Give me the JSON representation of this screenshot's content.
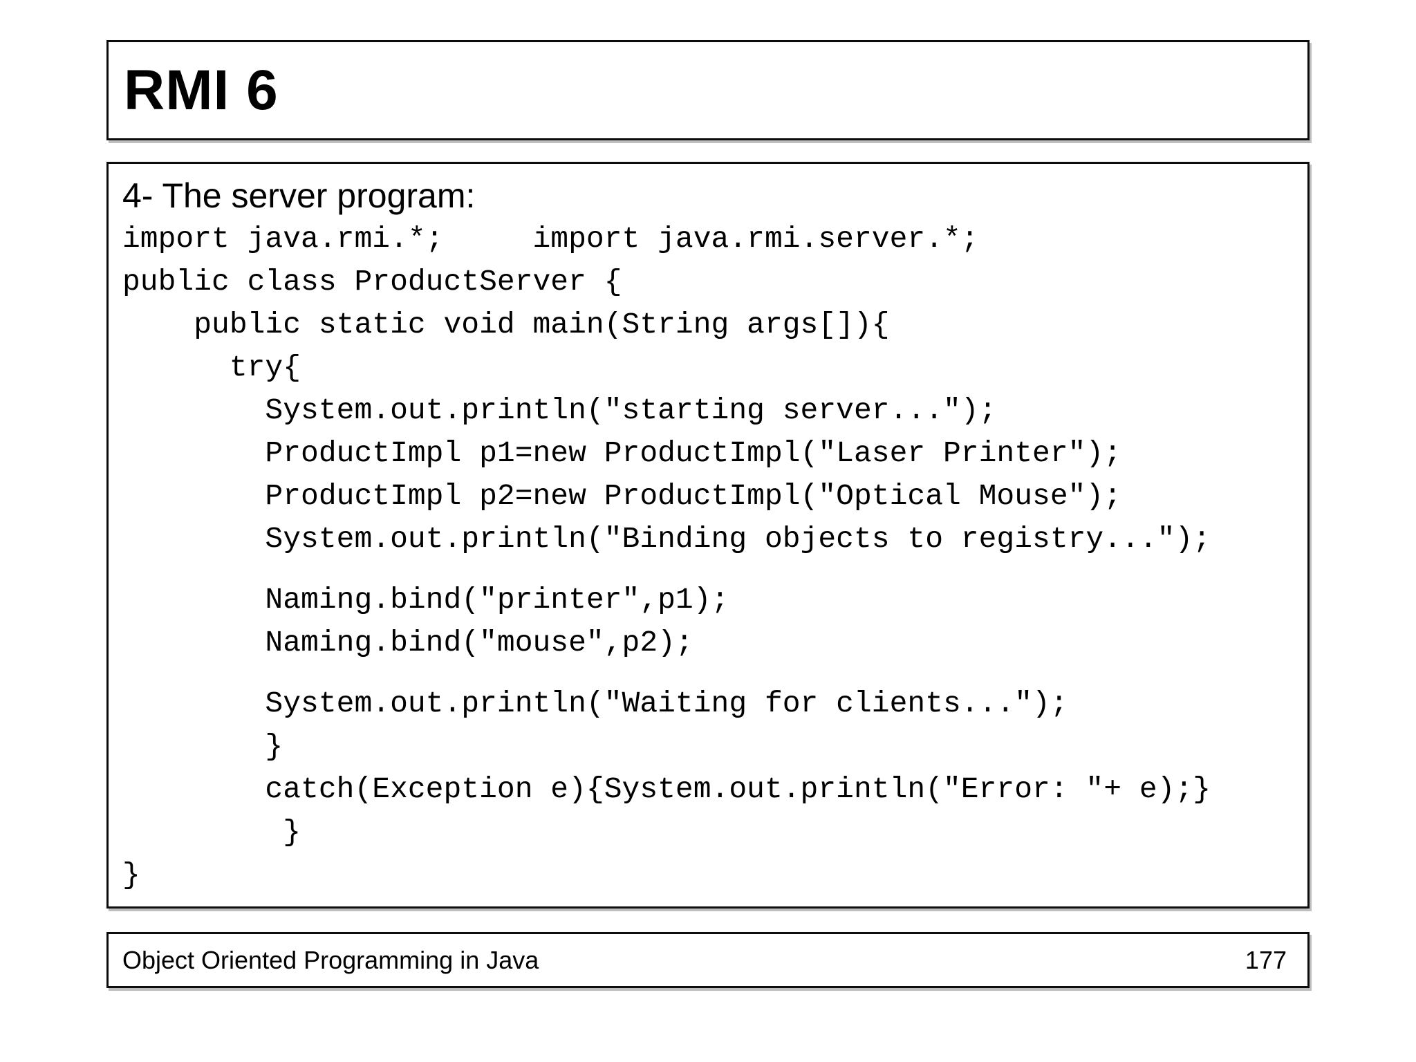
{
  "slide": {
    "title": "RMI 6",
    "content": {
      "heading": "4- The server program:",
      "code_lines": [
        {
          "text": "import java.rmi.*;     import java.rmi.server.*;",
          "gap": false
        },
        {
          "text": "public class ProductServer {",
          "gap": false
        },
        {
          "text": "    public static void main(String args[]){",
          "gap": false
        },
        {
          "text": "      try{",
          "gap": false
        },
        {
          "text": "        System.out.println(\"starting server...\");",
          "gap": false
        },
        {
          "text": "        ProductImpl p1=new ProductImpl(\"Laser Printer\");",
          "gap": false
        },
        {
          "text": "        ProductImpl p2=new ProductImpl(\"Optical Mouse\");",
          "gap": false
        },
        {
          "text": "        System.out.println(\"Binding objects to registry...\");",
          "gap": false
        },
        {
          "text": "        Naming.bind(\"printer\",p1);",
          "gap": true
        },
        {
          "text": "        Naming.bind(\"mouse\",p2);",
          "gap": false
        },
        {
          "text": "        System.out.println(\"Waiting for clients...\");",
          "gap": true
        },
        {
          "text": "        }",
          "gap": false
        },
        {
          "text": "        catch(Exception e){System.out.println(\"Error: \"+ e);}",
          "gap": false
        },
        {
          "text": "         }",
          "gap": false
        },
        {
          "text": "}",
          "gap": false
        }
      ]
    },
    "footer": {
      "left_text": "Object Oriented Programming in Java",
      "page_number": "177"
    },
    "colors": {
      "background": "#ffffff",
      "border": "#0d0d0d",
      "text": "#000000"
    }
  }
}
